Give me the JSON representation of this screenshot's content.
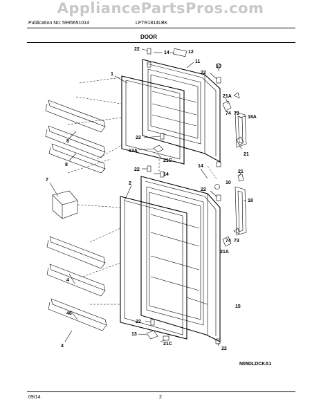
{
  "watermark": "AppliancePartsPros.com",
  "header": {
    "publication": "Publication No: 5995651014",
    "model": "LFTR1814LBK",
    "section": "DOOR"
  },
  "callouts": {
    "c22a": "22",
    "c14a": "14",
    "c12": "12",
    "c11": "11",
    "c10a": "10",
    "c22b": "22",
    "c1": "1",
    "c21Aa": "21A",
    "c74a": "74",
    "c73a": "73",
    "c18A": "18A",
    "c8a": "8",
    "c8b": "8",
    "c22c": "22",
    "c13A": "13A",
    "c21Ca": "21C",
    "c21a": "21",
    "c14b": "14",
    "c22d": "22",
    "c14c": "14",
    "c21b": "21",
    "c10b": "10",
    "c22e": "22",
    "c7": "7",
    "c2": "2",
    "c18": "18",
    "c74b": "74",
    "c73b": "73",
    "c21Ab": "21A",
    "c4a": "4",
    "c15": "15",
    "c48": "48",
    "c22f": "22",
    "c13": "13",
    "c21Cb": "21C",
    "c4b": "4",
    "c22g": "22"
  },
  "footer": {
    "diagram_code": "N05DLDCKA1",
    "date": "09/14",
    "page": "2"
  }
}
